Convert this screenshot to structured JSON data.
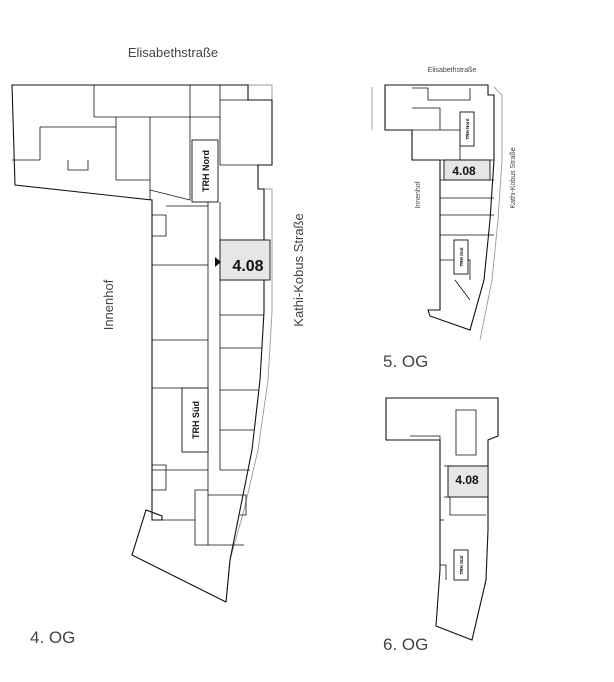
{
  "floor4": {
    "street_top": "Elisabethstraße",
    "street_right": "Kathi-Kobus Straße",
    "courtyard": "Innenhof",
    "core_north": "TRH Nord",
    "core_south": "TRH Süd",
    "unit": "4.08",
    "floor_label": "4. OG"
  },
  "floor5": {
    "street_top": "Elisabethstraße",
    "street_right": "Kathi-Kobus Straße",
    "courtyard": "Innenhof",
    "core_north": "TRH Nord",
    "core_south": "TRH Süd",
    "unit": "4.08",
    "floor_label": "5. OG"
  },
  "floor6": {
    "core_south": "TRH Süd",
    "unit": "4.08",
    "floor_label": "6. OG"
  },
  "colors": {
    "highlight": "#e6e6e6",
    "line": "#111111",
    "ghost": "#9a9a9a"
  }
}
